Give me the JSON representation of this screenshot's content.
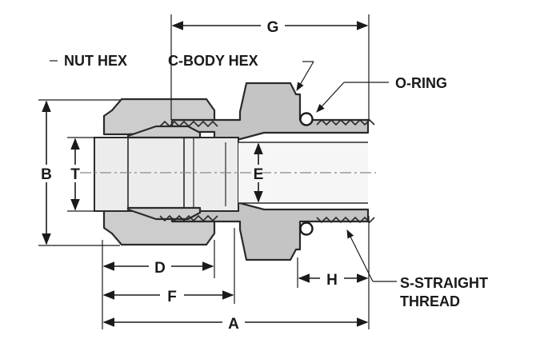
{
  "labels": {
    "nut_hex": "NUT HEX",
    "body_hex": "C-BODY HEX",
    "o_ring": "O-RING",
    "thread_line1": "S-STRAIGHT",
    "thread_line2": "THREAD",
    "dim_a": "A",
    "dim_b": "B",
    "dim_d": "D",
    "dim_e": "E",
    "dim_f": "F",
    "dim_g": "G",
    "dim_h": "H",
    "dim_t": "T"
  },
  "colors": {
    "metal": "#c4c4c4",
    "outline": "#2a2a2a",
    "text": "#1a1a1a"
  }
}
